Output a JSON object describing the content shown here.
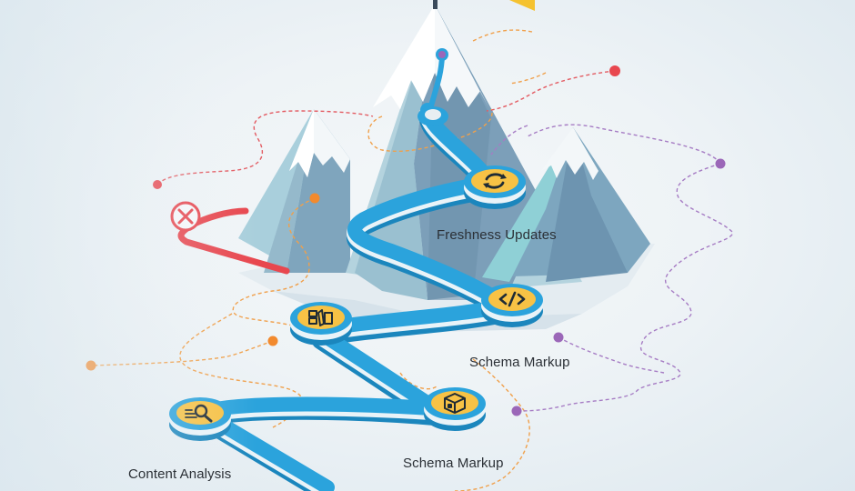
{
  "title": "Content optimization roadmap — mountain climb",
  "colors": {
    "path_blue": "#2ba3dc",
    "node_yellow": "#f7c245",
    "failed_red": "#e8474f",
    "orange_trail": "#f28a2e",
    "purple_trail": "#9b67b8",
    "flag": "#f5c230",
    "mountain_dark": "#6d90ab",
    "mountain_mid": "#8fb2c6",
    "mountain_light": "#a9d0dc",
    "snow": "#f5f8fa"
  },
  "milestones": [
    {
      "id": "content-analysis",
      "label": "Content Analysis",
      "icon": "magnifier-document-icon",
      "order": 1
    },
    {
      "id": "schema-markup-1",
      "label": "Schema Markup",
      "icon": "package-box-icon",
      "order": 2
    },
    {
      "id": "structure-map",
      "label": "",
      "icon": "map-blocks-icon",
      "order": 3
    },
    {
      "id": "schema-markup-2",
      "label": "Schema Markup",
      "icon": "code-brackets-icon",
      "order": 4
    },
    {
      "id": "freshness-updates",
      "label": "Freshness Updates",
      "icon": "refresh-arrows-icon",
      "order": 5
    },
    {
      "id": "summit",
      "label": "",
      "icon": "summit-marker-icon",
      "order": 6
    }
  ],
  "failed_route": {
    "icon": "x-circle-icon",
    "status": "abandoned"
  },
  "summit_flag": {
    "icon": "flag-icon"
  }
}
